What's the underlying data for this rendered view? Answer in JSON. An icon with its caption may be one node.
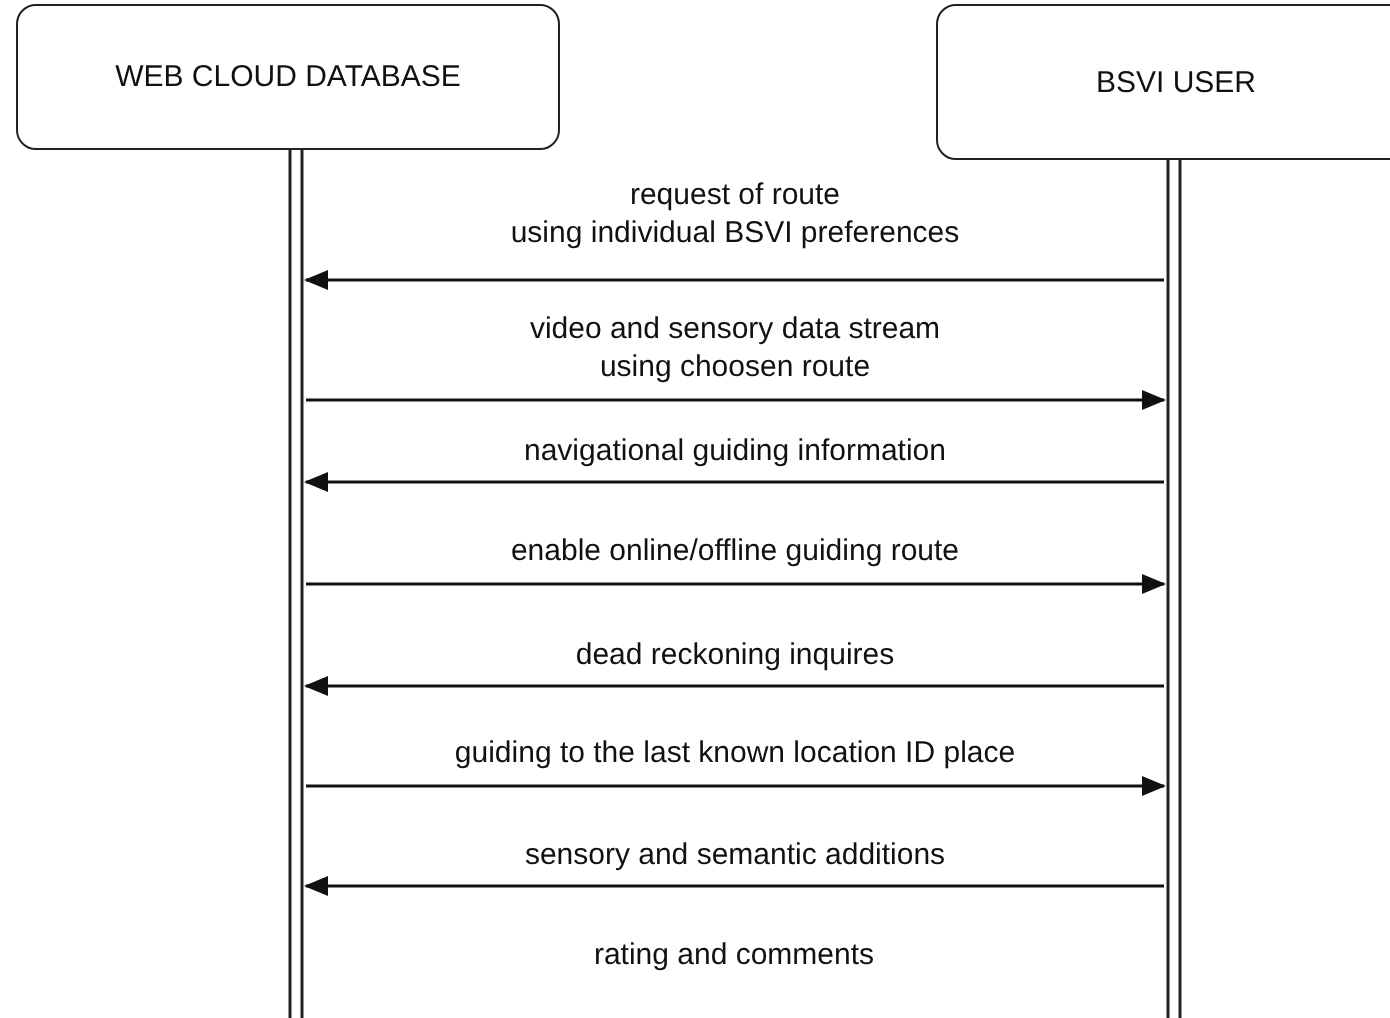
{
  "diagram": {
    "nodes": [
      {
        "text": [
          "WEB CLOUD DATABASE"
        ]
      },
      {
        "text": [
          "BSVI USER"
        ]
      }
    ],
    "edges": [
      {
        "from": 1,
        "to": 0,
        "arrow": "to",
        "label": "request of route using individual BSVI preferences"
      },
      {
        "from": 0,
        "to": 1,
        "arrow": "to",
        "label": "video and sensory data stream using choosen route"
      },
      {
        "from": 1,
        "to": 0,
        "arrow": "to",
        "label": "navigational guiding information"
      },
      {
        "from": 0,
        "to": 1,
        "arrow": "to",
        "label": "enable online/offline guiding route"
      },
      {
        "from": 1,
        "to": 0,
        "arrow": "to",
        "label": "dead reckoning inquires"
      },
      {
        "from": 0,
        "to": 1,
        "arrow": "to",
        "label": "guiding to the last known location ID place"
      },
      {
        "from": 1,
        "to": 0,
        "arrow": "to",
        "label": "sensory and semantic additions"
      }
    ],
    "labels": [
      "rating and comments"
    ]
  }
}
